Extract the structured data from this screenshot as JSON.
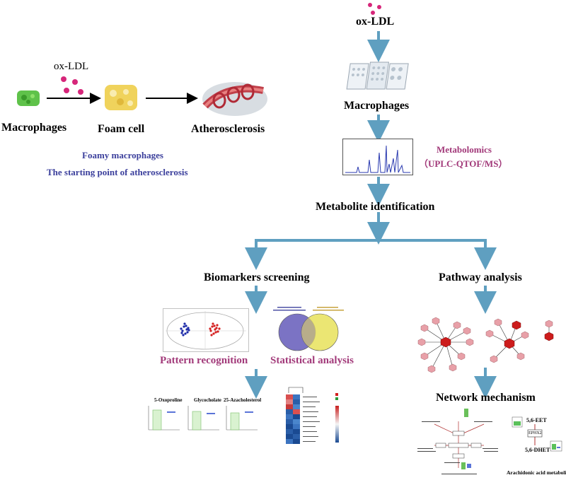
{
  "left": {
    "oxldl_label": "ox-LDL",
    "macrophages": "Macrophages",
    "foam_cell": "Foam cell",
    "atherosclerosis": "Atherosclerosis",
    "note_line1": "Foamy macrophages",
    "note_line2": "The starting point of atherosclerosis"
  },
  "flow": {
    "oxldl": "ox-LDL",
    "macrophages": "Macrophages",
    "metabolomics_line1": "Metabolomics",
    "metabolomics_line2": "（UPLC-QTOF/MS）",
    "identification": "Metabolite identification",
    "biomarkers": "Biomarkers screening",
    "pathway": "Pathway analysis",
    "pattern": "Pattern recognition",
    "statistical": "Statistical analysis",
    "network": "Network mechanism"
  },
  "charts": {
    "bar1": "5-Oxoproline",
    "bar2": "Glycocholate",
    "bar3": "25-Azacholesterol",
    "eet": "5,6-EET",
    "dhet": "5,6-DHET",
    "enzyme": "EPHX2",
    "arachidonic": "Arachidonic acid metabolism"
  },
  "colors": {
    "arrow": "#5f9fc0",
    "blue_text": "#3b3f9c",
    "purple_text": "#a23a7a"
  }
}
